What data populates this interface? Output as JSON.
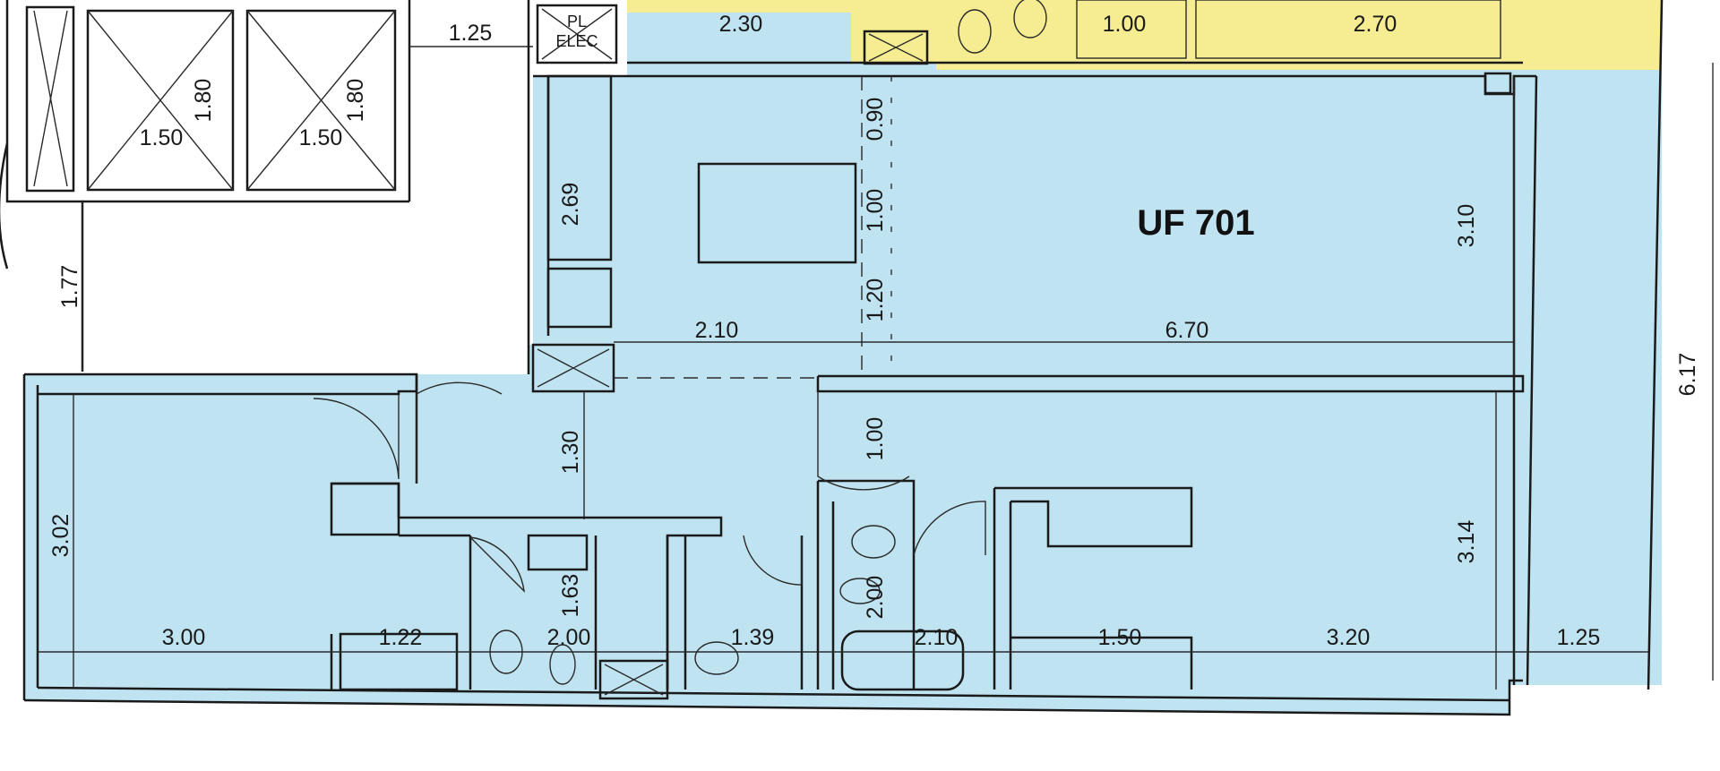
{
  "unit_label": "UF 701",
  "colors": {
    "unit_fill": "#bfe3f1",
    "neighbor_fill": "#f6ec91",
    "wall": "#1a1a1a",
    "background": "#ffffff"
  },
  "labels": {
    "pl_elec_1": "PL",
    "pl_elec_2": "ELEC"
  },
  "dimensions": {
    "d_1_25_top": "1.25",
    "d_2_30": "2.30",
    "d_1_00_top": "1.00",
    "d_2_70": "2.70",
    "d_1_80_a": "1.80",
    "d_1_80_b": "1.80",
    "d_1_50_a": "1.50",
    "d_1_50_b": "1.50",
    "d_1_77": "1.77",
    "d_2_69": "2.69",
    "d_0_90": "0.90",
    "d_1_00_mid": "1.00",
    "d_1_20": "1.20",
    "d_2_10_upper": "2.10",
    "d_6_70": "6.70",
    "d_3_10": "3.10",
    "d_6_17": "6.17",
    "d_1_30": "1.30",
    "d_1_00_door": "1.00",
    "d_3_02": "3.02",
    "d_3_14": "3.14",
    "d_1_63": "1.63",
    "d_2_00_vert": "2.00",
    "d_3_00": "3.00",
    "d_1_22": "1.22",
    "d_2_00_bath": "2.00",
    "d_1_39": "1.39",
    "d_2_10_lower": "2.10",
    "d_1_50_lower": "1.50",
    "d_3_20": "3.20",
    "d_1_25_lower": "1.25"
  }
}
